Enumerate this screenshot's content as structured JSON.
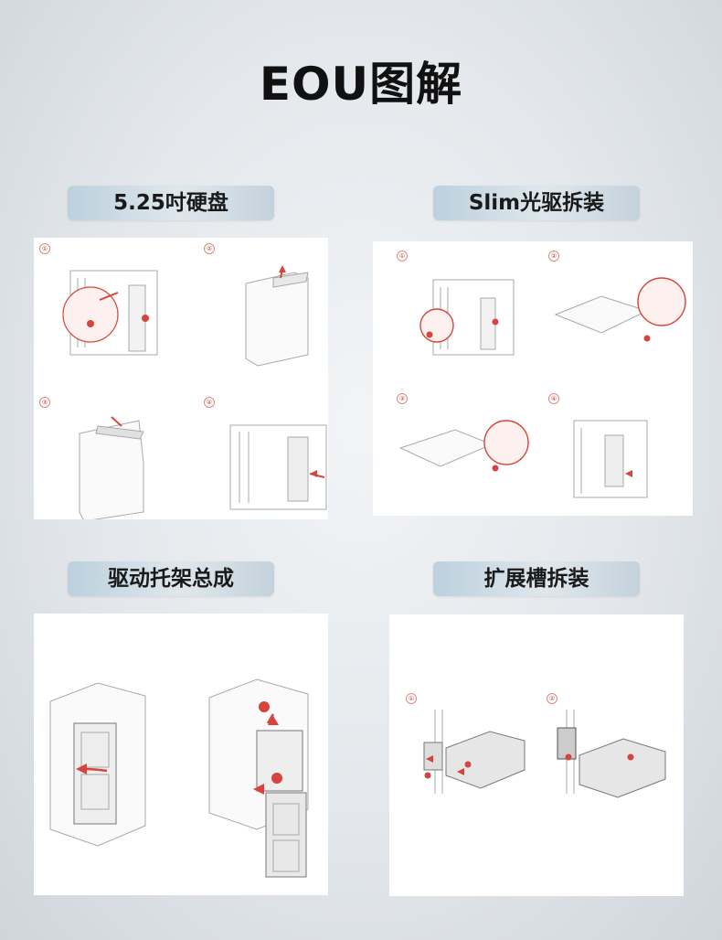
{
  "title": "EOU图解",
  "sections": [
    {
      "label": "5.25吋硬盘",
      "steps": [
        "①",
        "②",
        "③",
        "④"
      ]
    },
    {
      "label": "Slim光驱拆装",
      "steps": [
        "①",
        "②",
        "③",
        "④"
      ]
    },
    {
      "label": "驱动托架总成",
      "steps": []
    },
    {
      "label": "扩展槽拆装",
      "steps": [
        "①",
        "②"
      ]
    }
  ],
  "colors": {
    "accent_red": "#d6453b",
    "pill_blue": "#c4d6e2",
    "line_gray": "#9a9a9a"
  }
}
